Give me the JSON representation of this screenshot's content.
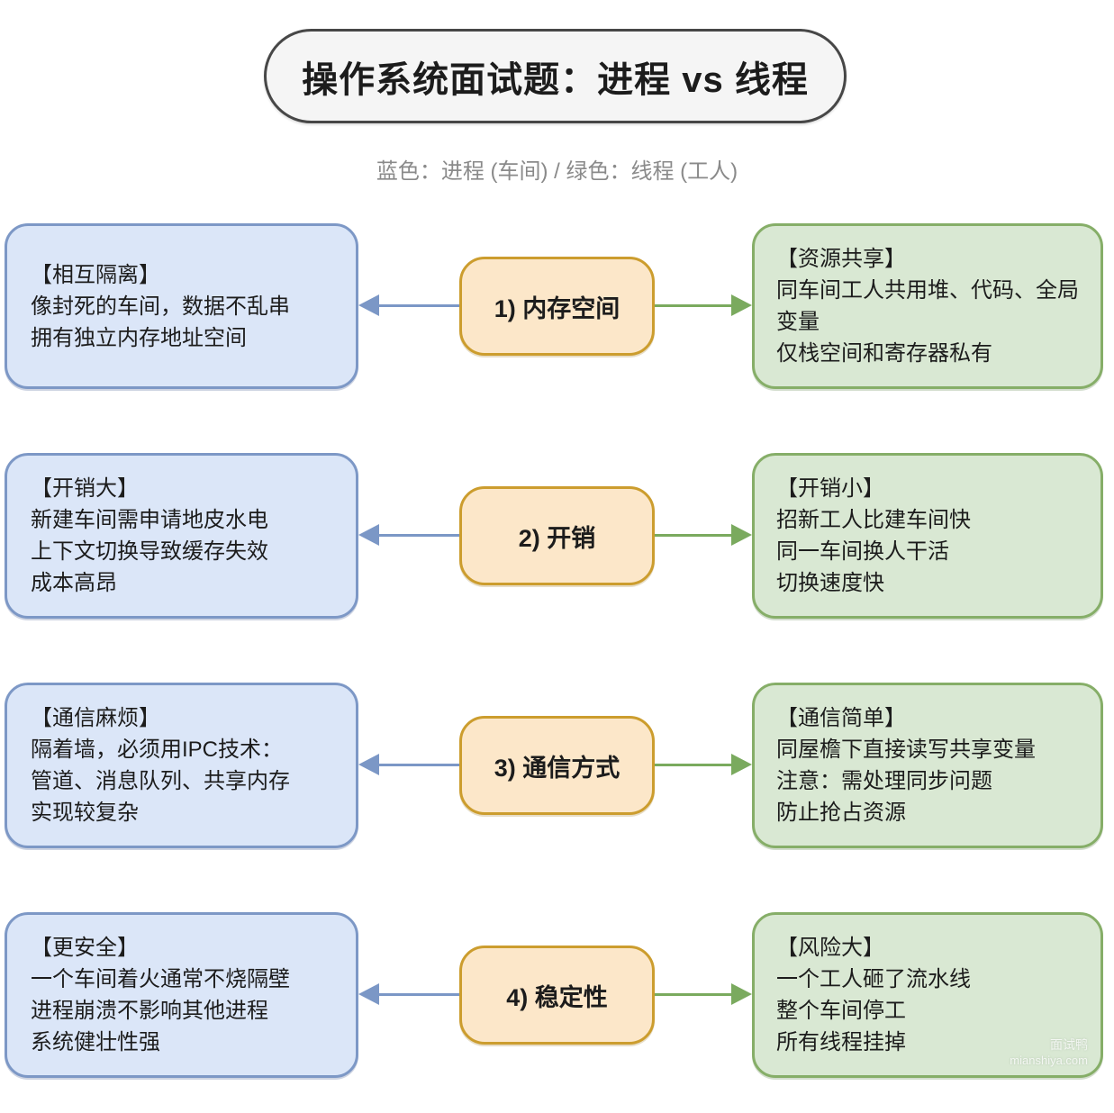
{
  "title": "操作系统面试题：进程 vs 线程",
  "legend": "蓝色：进程 (车间) / 绿色：线程 (工人)",
  "rows": [
    {
      "center": "1) 内存空间",
      "left": {
        "heading": "【相互隔离】",
        "body": "像封死的车间，数据不乱串\n拥有独立内存地址空间"
      },
      "right": {
        "heading": "【资源共享】",
        "body": "同车间工人共用堆、代码、全局变量\n仅栈空间和寄存器私有"
      }
    },
    {
      "center": "2) 开销",
      "left": {
        "heading": "【开销大】",
        "body": "新建车间需申请地皮水电\n上下文切换导致缓存失效\n成本高昂"
      },
      "right": {
        "heading": "【开销小】",
        "body": "招新工人比建车间快\n同一车间换人干活\n切换速度快"
      }
    },
    {
      "center": "3) 通信方式",
      "left": {
        "heading": "【通信麻烦】",
        "body": "隔着墙，必须用IPC技术：\n管道、消息队列、共享内存\n实现较复杂"
      },
      "right": {
        "heading": "【通信简单】",
        "body": "同屋檐下直接读写共享变量\n注意：需处理同步问题\n防止抢占资源"
      }
    },
    {
      "center": "4) 稳定性",
      "left": {
        "heading": "【更安全】",
        "body": "一个车间着火通常不烧隔壁\n进程崩溃不影响其他进程\n系统健壮性强"
      },
      "right": {
        "heading": "【风险大】",
        "body": "一个工人砸了流水线\n整个车间停工\n所有线程挂掉"
      }
    }
  ],
  "watermark": {
    "name": "面试鸭",
    "site": "mianshiya.com"
  },
  "colors": {
    "process-fill": "#dbe6f8",
    "process-border": "#7d98c6",
    "thread-fill": "#d9e8d3",
    "thread-border": "#86ae68",
    "dimension-fill": "#fce7c9",
    "dimension-border": "#cc9d2e",
    "arrow-blue": "#7b97c6",
    "arrow-green": "#7aaa5e",
    "title-fill": "#f5f5f5",
    "title-border": "#474747",
    "legend-color": "#8a8a8a"
  }
}
